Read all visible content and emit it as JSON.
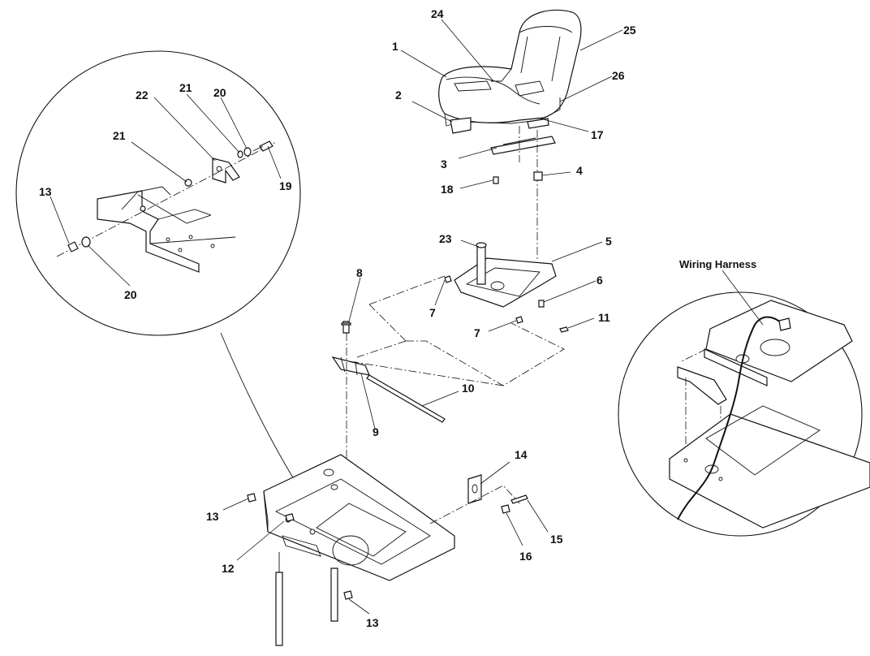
{
  "callouts": [
    {
      "id": "1",
      "text": "1"
    },
    {
      "id": "2",
      "text": "2"
    },
    {
      "id": "3",
      "text": "3"
    },
    {
      "id": "4",
      "text": "4"
    },
    {
      "id": "5",
      "text": "5"
    },
    {
      "id": "6",
      "text": "6"
    },
    {
      "id": "7a",
      "text": "7"
    },
    {
      "id": "7b",
      "text": "7"
    },
    {
      "id": "8",
      "text": "8"
    },
    {
      "id": "9",
      "text": "9"
    },
    {
      "id": "10",
      "text": "10"
    },
    {
      "id": "11",
      "text": "11"
    },
    {
      "id": "12",
      "text": "12"
    },
    {
      "id": "13a",
      "text": "13"
    },
    {
      "id": "13b",
      "text": "13"
    },
    {
      "id": "13c",
      "text": "13"
    },
    {
      "id": "14",
      "text": "14"
    },
    {
      "id": "15",
      "text": "15"
    },
    {
      "id": "16",
      "text": "16"
    },
    {
      "id": "17",
      "text": "17"
    },
    {
      "id": "18",
      "text": "18"
    },
    {
      "id": "19",
      "text": "19"
    },
    {
      "id": "20a",
      "text": "20"
    },
    {
      "id": "20b",
      "text": "20"
    },
    {
      "id": "21a",
      "text": "21"
    },
    {
      "id": "21b",
      "text": "21"
    },
    {
      "id": "22",
      "text": "22"
    },
    {
      "id": "23",
      "text": "23"
    },
    {
      "id": "24",
      "text": "24"
    },
    {
      "id": "25",
      "text": "25"
    },
    {
      "id": "26",
      "text": "26"
    }
  ],
  "wiring_harness_label": "Wiring Harness"
}
